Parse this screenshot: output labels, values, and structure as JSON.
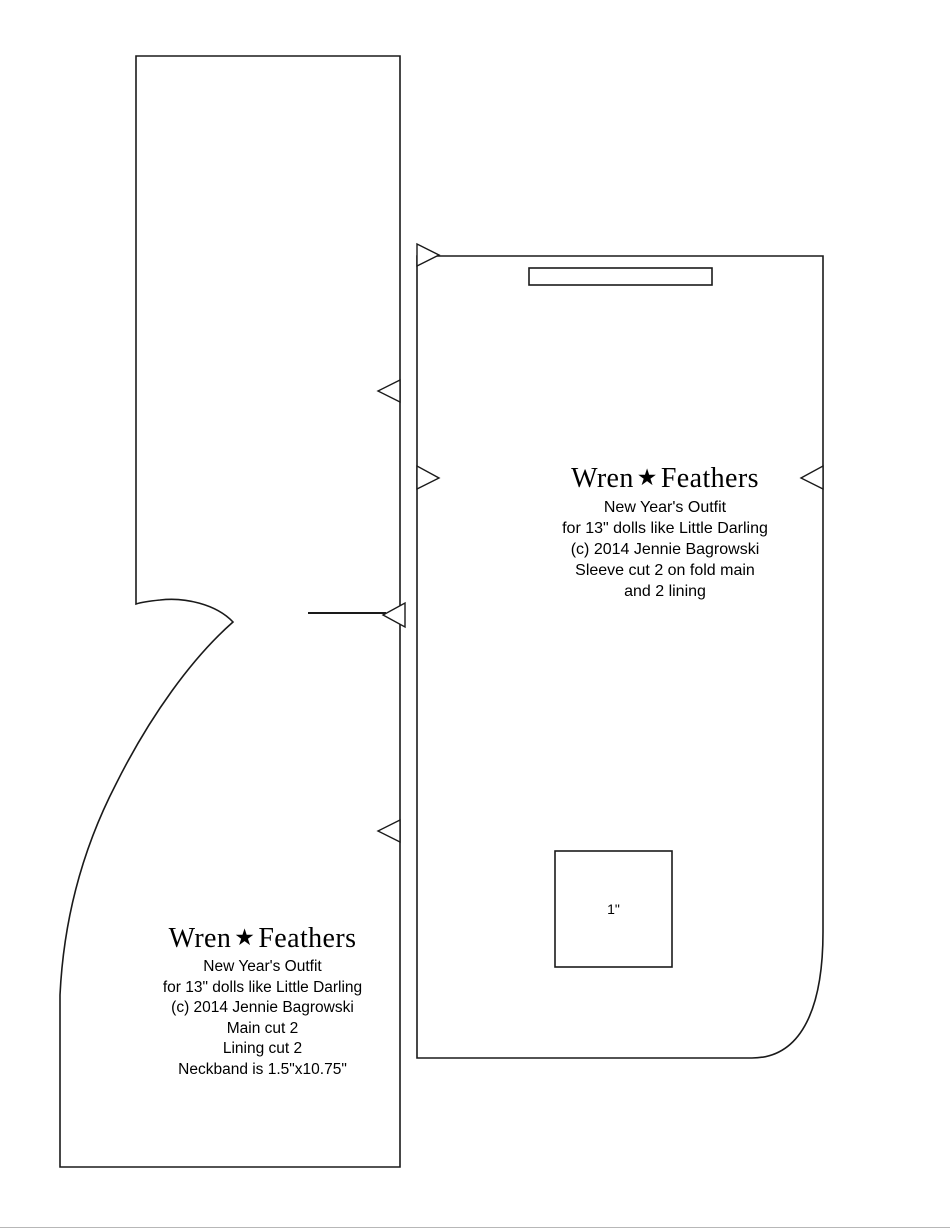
{
  "document": {
    "background": "#ffffff",
    "ink": "#1a1a1a"
  },
  "brand": {
    "left": "Wren",
    "star": "★",
    "right": "Feathers"
  },
  "main_piece": {
    "name": "main-bodice-pattern-piece",
    "lines": [
      "New Year's Outfit",
      "for 13\" dolls like Little Darling",
      "(c) 2014 Jennie Bagrowski",
      "Main cut 2",
      "Lining cut 2",
      "Neckband is 1.5\"x10.75\""
    ]
  },
  "sleeve_piece": {
    "name": "sleeve-pattern-piece",
    "lines": [
      "New Year's Outfit",
      "for 13\" dolls like Little Darling",
      "(c) 2014 Jennie Bagrowski",
      "Sleeve cut 2 on fold main",
      "and 2 lining"
    ]
  },
  "scale_square": {
    "label": "1\""
  }
}
